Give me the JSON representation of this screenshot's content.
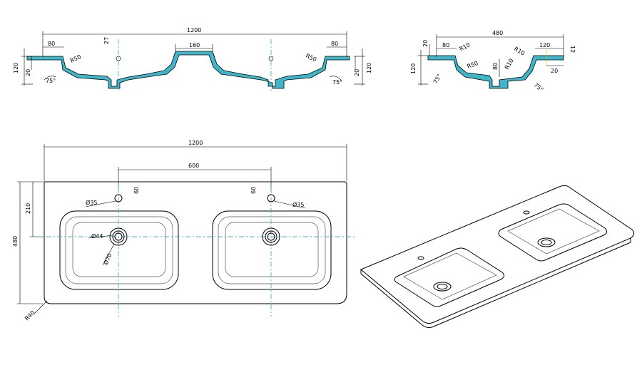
{
  "front_section": {
    "overall_width": "1200",
    "ledge_left": "80",
    "ledge_right": "80",
    "center_ledge": "160",
    "depth_tick": "27",
    "radius_left": "R50",
    "radius_right": "R50",
    "height_left": "120",
    "rim_left": "20",
    "height_right": "120",
    "rim_right": "20",
    "angle_left": "75°",
    "angle_right": "75°"
  },
  "side_section": {
    "overall_depth": "480",
    "ledge_left": "80",
    "top_right": "120",
    "radius_a": "R10",
    "radius_b": "R10",
    "radius_c": "R10",
    "radius_bowl": "R50",
    "height_left": "120",
    "rim_top": "20",
    "rim_right": "20",
    "edge_thk": "12",
    "bowl_depth": "80",
    "angle_left": "75°",
    "angle_right": "75°"
  },
  "plan_view": {
    "overall_width": "1200",
    "overall_depth": "480",
    "tap_spacing": "600",
    "bowl_offset": "210",
    "tap_hole_left": "Ø35",
    "tap_hole_right": "Ø35",
    "tap_offset_left": "60",
    "tap_offset_right": "60",
    "drain_inner": "Ø44",
    "drain_outer": "Ø70",
    "corner_radius": "R40"
  },
  "colors": {
    "section_fill": "#3fb6c9",
    "centerline": "#3fb6c9",
    "stroke": "#000000"
  }
}
